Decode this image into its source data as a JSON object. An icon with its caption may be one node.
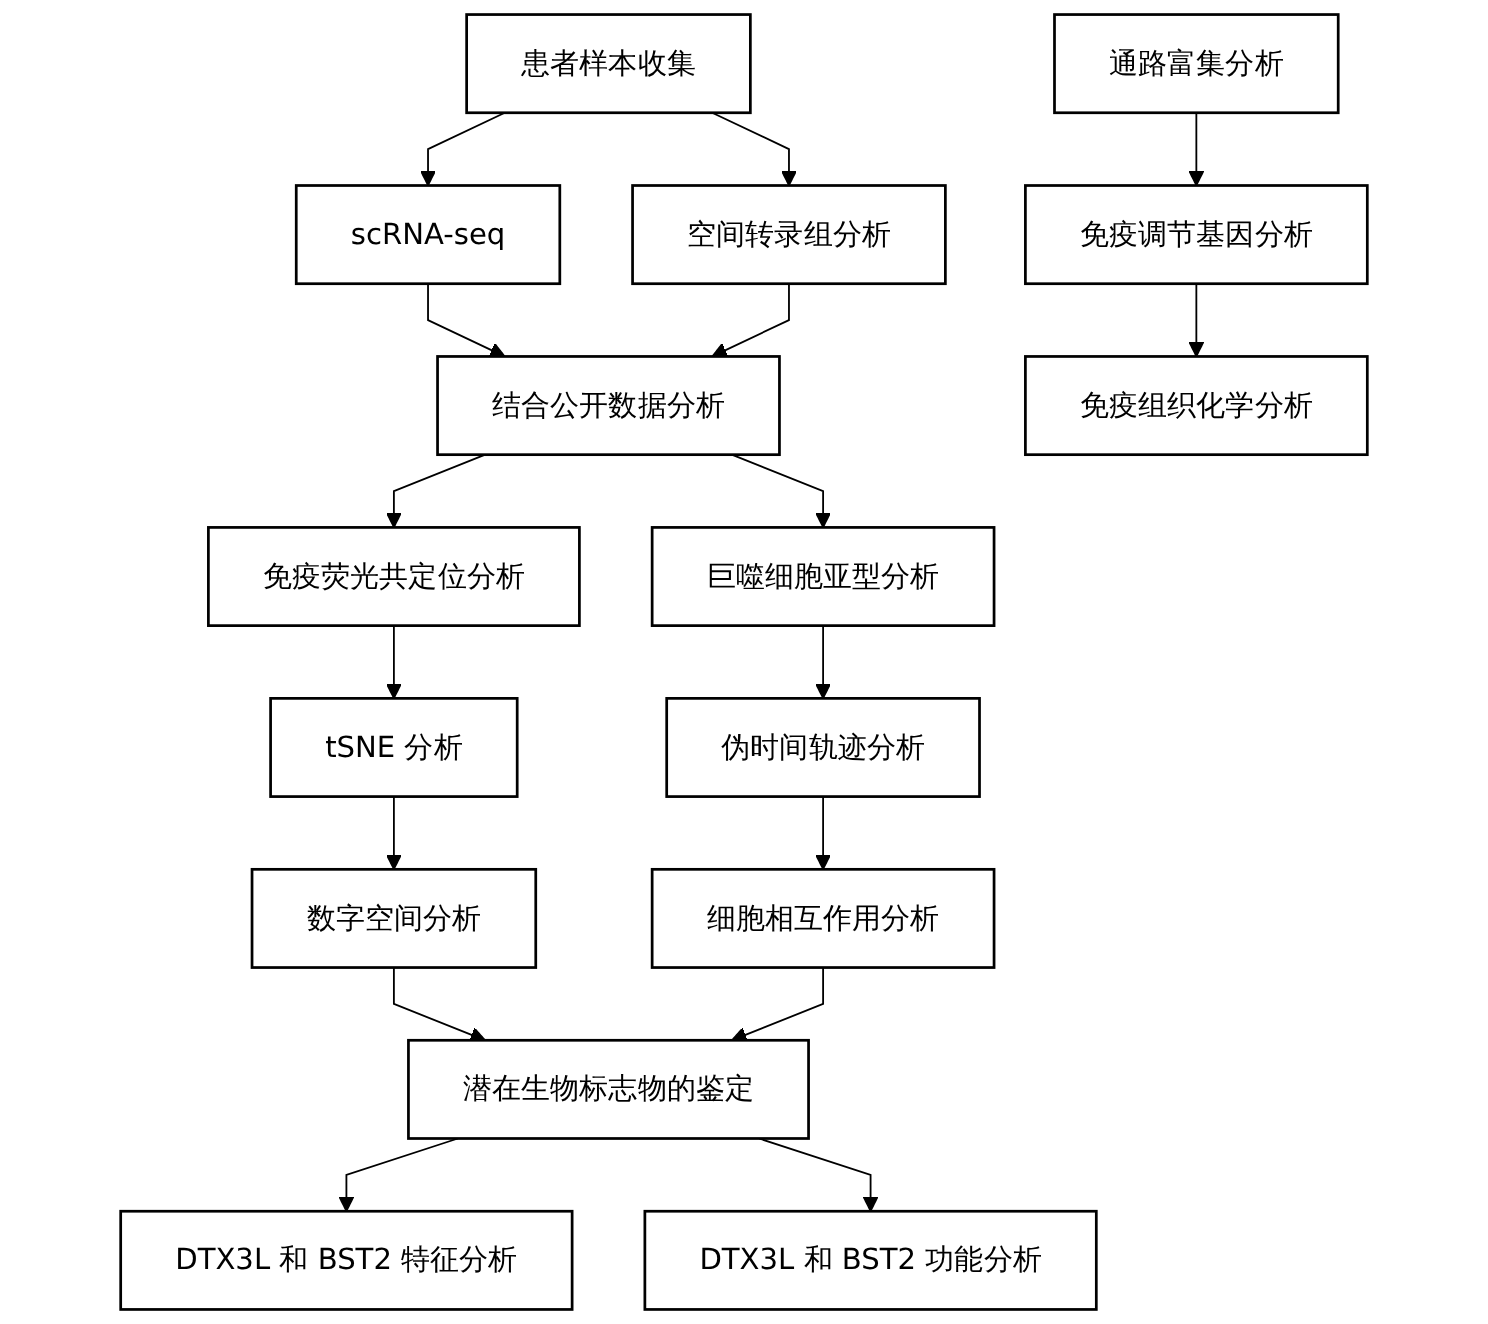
{
  "diagram": {
    "nodes": [
      {
        "text": [
          "患者样本收集"
        ]
      },
      {
        "text": [
          "scRNA-seq"
        ]
      },
      {
        "text": [
          "空间转录组分析"
        ]
      },
      {
        "text": [
          "结合公开数据分析"
        ]
      },
      {
        "text": [
          "免疫荧光共定位分析"
        ]
      },
      {
        "text": [
          "tSNE 分析"
        ]
      },
      {
        "text": [
          "数字空间分析"
        ]
      },
      {
        "text": [
          "通路富集分析"
        ]
      },
      {
        "text": [
          "免疫调节基因分析"
        ]
      },
      {
        "text": [
          "免疫组织化学分析"
        ]
      },
      {
        "text": [
          "巨噬细胞亚型分析"
        ]
      },
      {
        "text": [
          "伪时间轨迹分析"
        ]
      },
      {
        "text": [
          "细胞相互作用分析"
        ]
      },
      {
        "text": [
          "潜在生物标志物的鉴定"
        ]
      },
      {
        "text": [
          "DTX3L 和 BST2 特征分析"
        ]
      },
      {
        "text": [
          "DTX3L 和 BST2 功能分析"
        ]
      }
    ],
    "edges": [
      {
        "from": 0,
        "to": 1,
        "arrow": "to"
      },
      {
        "from": 0,
        "to": 2,
        "arrow": "to"
      },
      {
        "from": 1,
        "to": 3,
        "arrow": "to"
      },
      {
        "from": 2,
        "to": 3,
        "arrow": "to"
      },
      {
        "from": 3,
        "to": 4,
        "arrow": "to"
      },
      {
        "from": 3,
        "to": 10,
        "arrow": "to"
      },
      {
        "from": 4,
        "to": 5,
        "arrow": "to"
      },
      {
        "from": 5,
        "to": 6,
        "arrow": "to"
      },
      {
        "from": 7,
        "to": 8,
        "arrow": "to"
      },
      {
        "from": 8,
        "to": 9,
        "arrow": "to"
      },
      {
        "from": 10,
        "to": 11,
        "arrow": "to"
      },
      {
        "from": 11,
        "to": 12,
        "arrow": "to"
      },
      {
        "from": 6,
        "to": 13,
        "arrow": "to"
      },
      {
        "from": 12,
        "to": 13,
        "arrow": "to"
      },
      {
        "from": 13,
        "to": 14,
        "arrow": "to"
      },
      {
        "from": 13,
        "to": 15,
        "arrow": "to"
      }
    ]
  }
}
